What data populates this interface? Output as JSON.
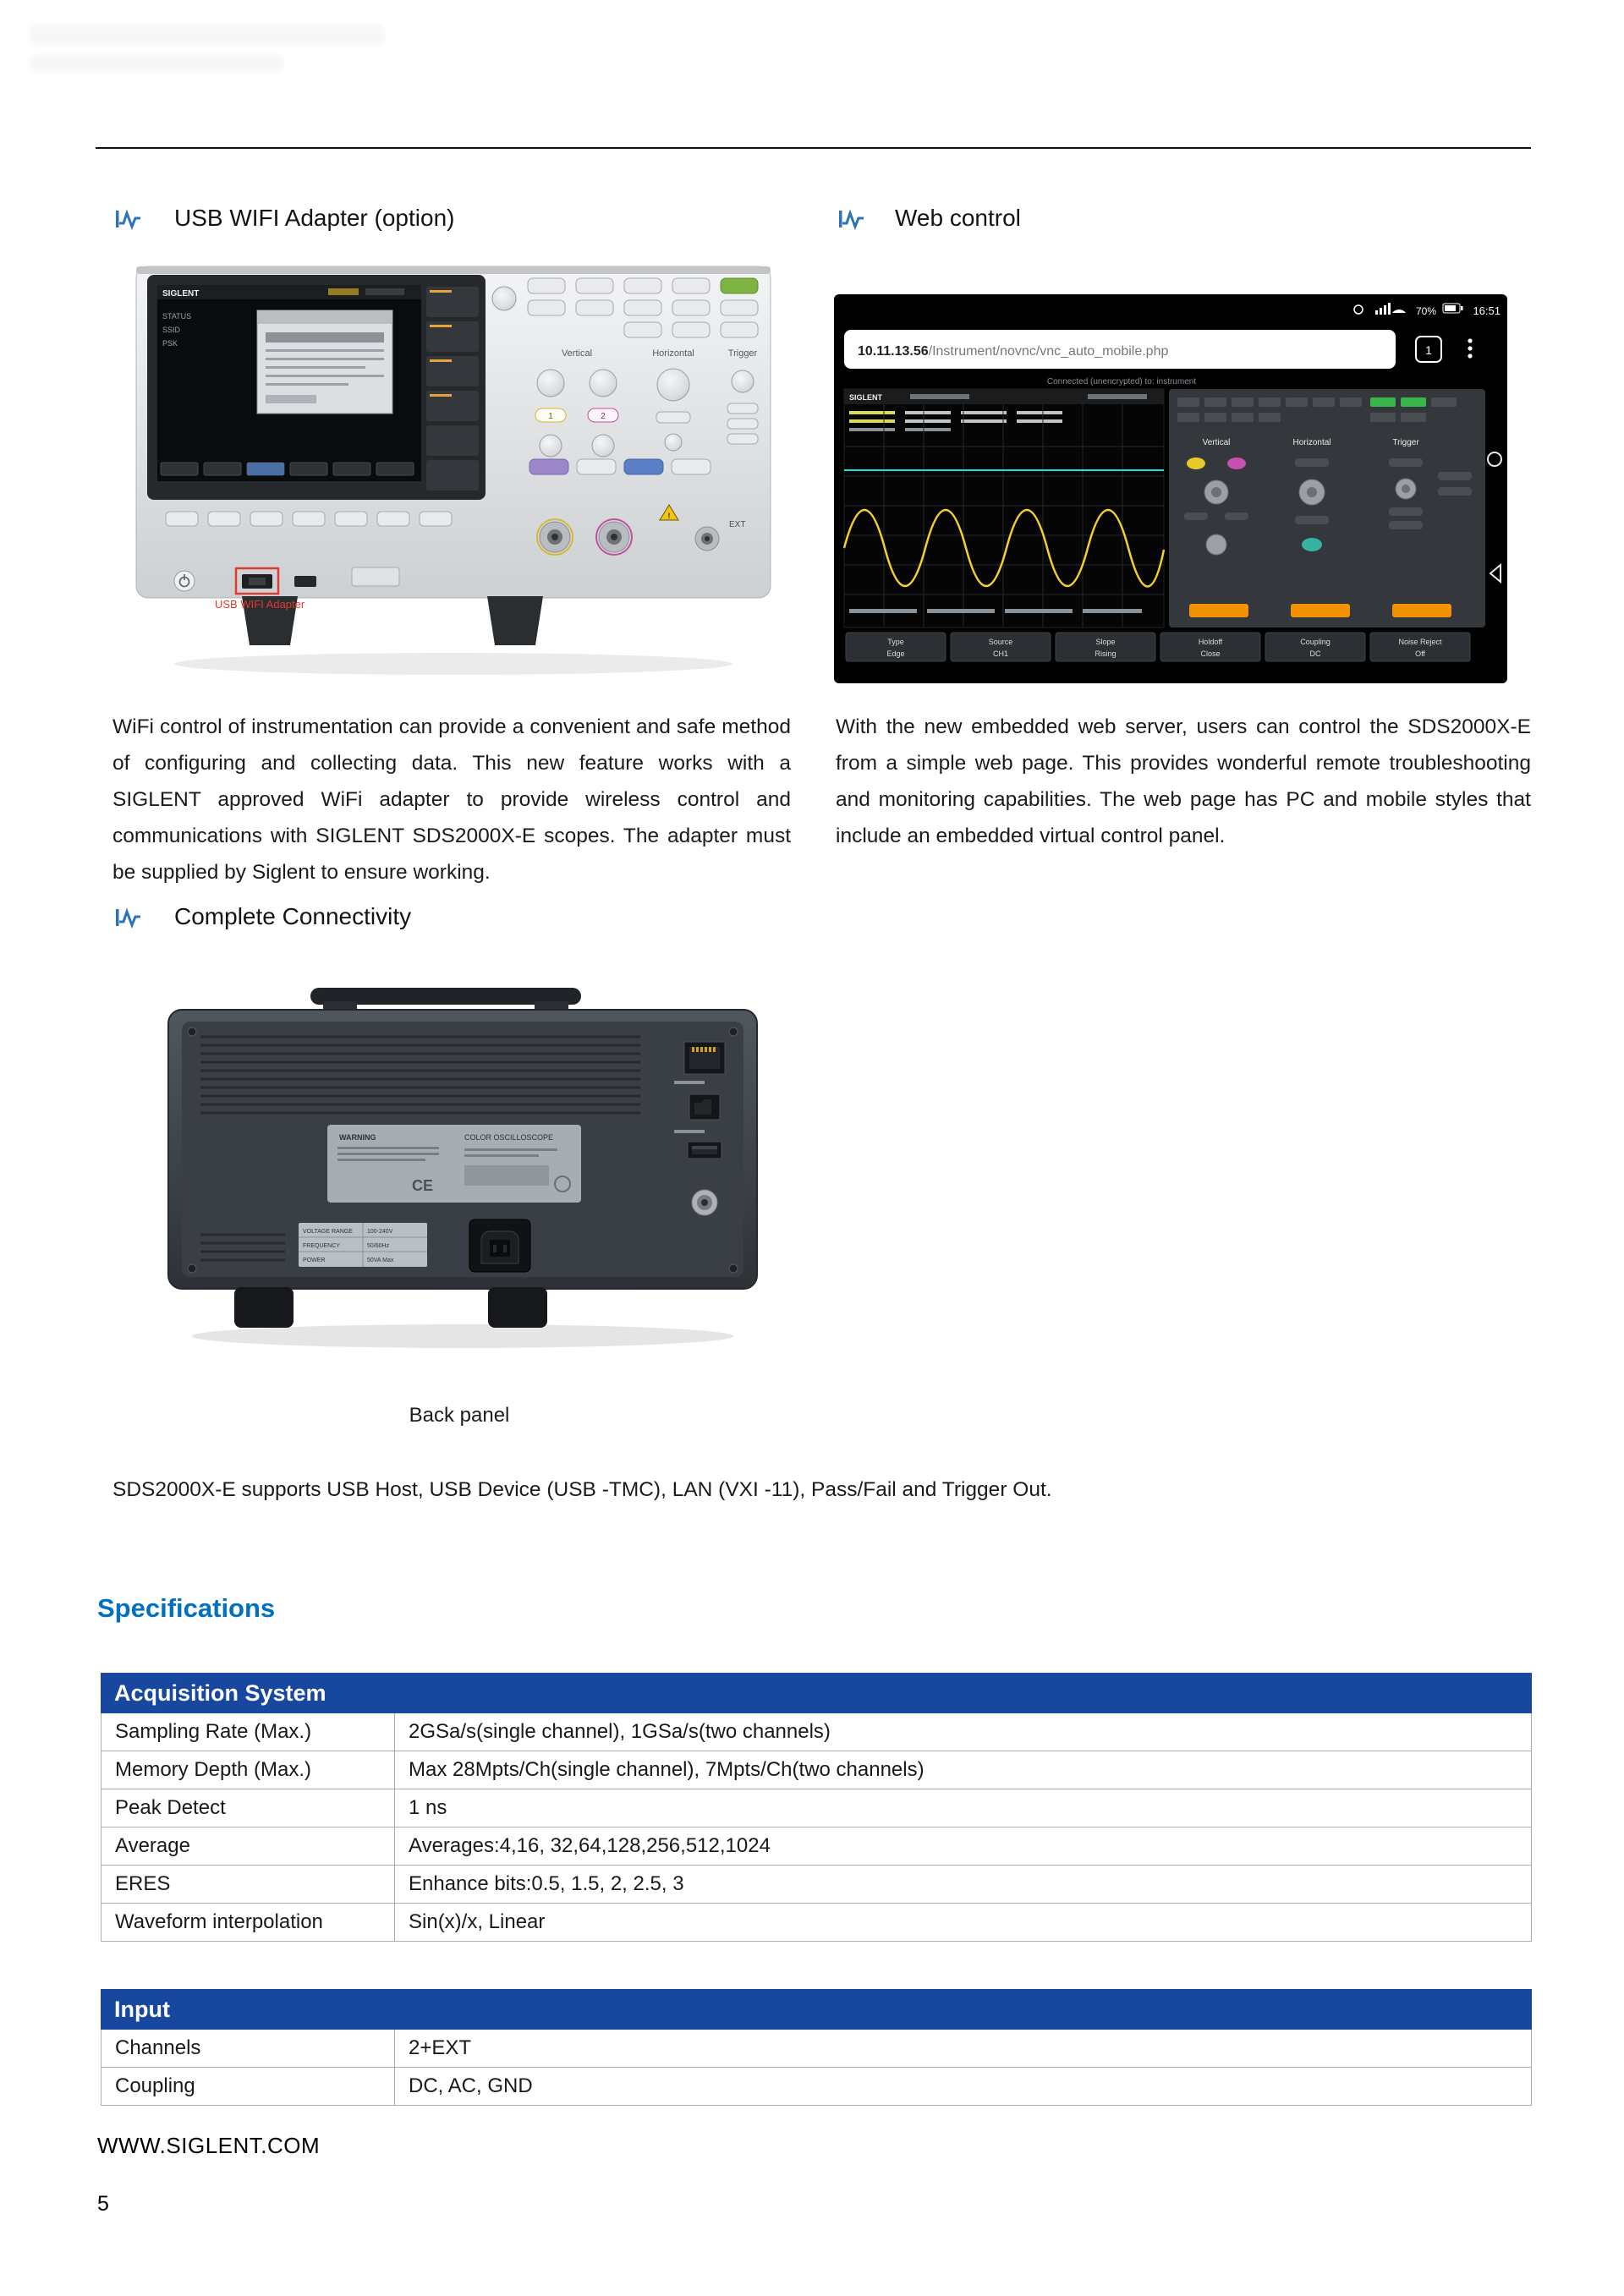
{
  "meta": {
    "page_number": "5",
    "footer": "WWW.SIGLENT.COM"
  },
  "colors": {
    "accent_blue": "#0070C0",
    "table_header_blue": "#17479E",
    "annotation_red": "#E03A2F",
    "icon_blue": "#2E74B5"
  },
  "sections": {
    "wifi": {
      "title": "USB WIFI Adapter (option)",
      "body": "WiFi control of instrumentation can provide a convenient and safe method of configuring and collecting data. This new feature works with a SIGLENT approved WiFi adapter to provide wireless control and communications with SIGLENT SDS2000X-E scopes. The adapter must be supplied by Siglent to ensure working."
    },
    "web": {
      "title": "Web control",
      "body": "With the new embedded web server, users can control the SDS2000X-E from a simple web page. This provides wonderful remote troubleshooting and monitoring capabilities. The web page has PC and mobile styles that include an embedded virtual control panel."
    },
    "connectivity": {
      "title": "Complete Connectivity",
      "caption": "Back panel",
      "note": "SDS2000X-E supports USB Host, USB Device (USB -TMC), LAN (VXI -11), Pass/Fail and Trigger Out."
    },
    "specifications": {
      "title": "Specifications"
    }
  },
  "front_panel": {
    "brand": "SIGLENT",
    "annotation": "USB WIFI Adapter",
    "labels": {
      "vertical": "Vertical",
      "horizontal": "Horizontal",
      "trigger": "Trigger",
      "ext": "EXT",
      "ch1": "1",
      "ch2": "2"
    },
    "screen": {
      "status": "STATUS",
      "ssid": "SSID",
      "psk": "PSK"
    }
  },
  "phone": {
    "time": "16:51",
    "battery": "70%",
    "url_host": "10.11.13.56",
    "url_path": "/Instrument/novnc/vnc_auto_mobile.php",
    "tab_count": "1",
    "status": "Connected (unencrypted) to: instrument",
    "brand": "SIGLENT",
    "labels": {
      "vertical": "Vertical",
      "horizontal": "Horizontal",
      "trigger": "Trigger"
    },
    "menu": [
      {
        "t": "Type",
        "b": "Edge"
      },
      {
        "t": "Source",
        "b": "CH1"
      },
      {
        "t": "Slope",
        "b": "Rising"
      },
      {
        "t": "Holdoff",
        "b": "Close"
      },
      {
        "t": "Coupling",
        "b": "DC"
      },
      {
        "t": "Noise Reject",
        "b": "Off"
      }
    ]
  },
  "back_panel": {
    "warning": "WARNING",
    "plate_title": "COLOR OSCILLOSCOPE",
    "ce": "CE",
    "ratings": [
      {
        "k": "VOLTAGE RANGE",
        "v": "100-240V"
      },
      {
        "k": "FREQUENCY",
        "v": "50/60Hz"
      },
      {
        "k": "POWER",
        "v": "50VA Max"
      }
    ]
  },
  "tables": [
    {
      "title": "Acquisition System",
      "rows": [
        [
          "Sampling Rate (Max.)",
          "2GSa/s(single channel), 1GSa/s(two channels)"
        ],
        [
          "Memory Depth (Max.)",
          "Max 28Mpts/Ch(single channel), 7Mpts/Ch(two channels)"
        ],
        [
          "Peak Detect",
          "1 ns"
        ],
        [
          "Average",
          "Averages:4,16, 32,64,128,256,512,1024"
        ],
        [
          "ERES",
          "Enhance bits:0.5, 1.5, 2, 2.5, 3"
        ],
        [
          "Waveform interpolation",
          "Sin(x)/x, Linear"
        ]
      ]
    },
    {
      "title": "Input",
      "rows": [
        [
          "Channels",
          "2+EXT"
        ],
        [
          "Coupling",
          "DC, AC, GND"
        ]
      ]
    }
  ]
}
